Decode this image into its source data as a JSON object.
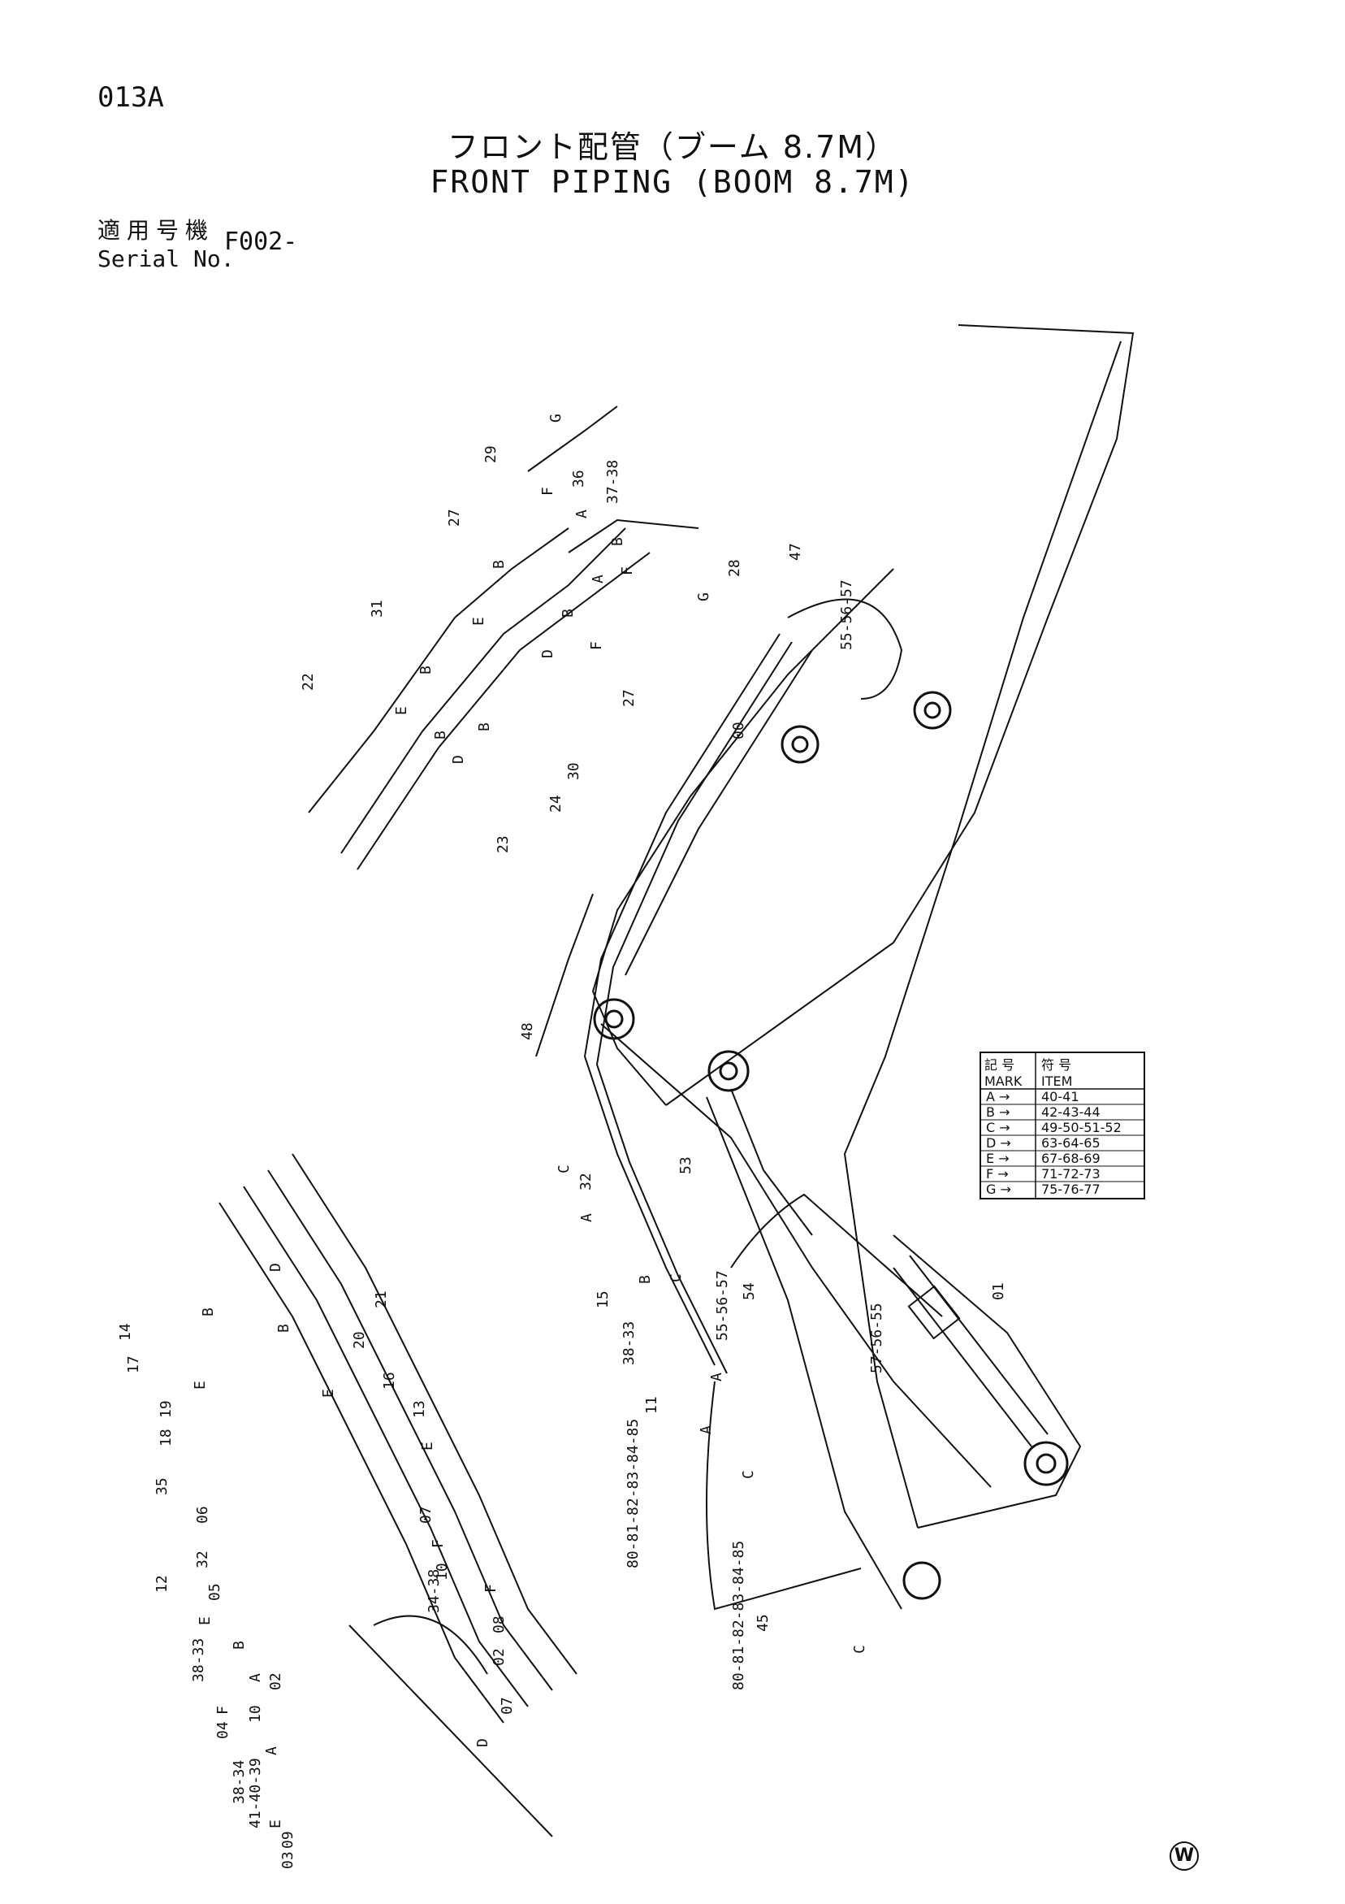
{
  "header": {
    "page_code": "013A",
    "title_jp": "フロント配管（ブーム 8.7M）",
    "title_en": "FRONT PIPING (BOOM 8.7M)",
    "serial_label_jp": "適用号機",
    "serial_label_en": "Serial No.",
    "serial_value": "F002-"
  },
  "legend_table": {
    "header_jp": [
      "記 号",
      "符 号"
    ],
    "header_en": [
      "MARK",
      "ITEM"
    ],
    "rows": [
      {
        "mark": "A →",
        "item": "40-41"
      },
      {
        "mark": "B →",
        "item": "42-43-44"
      },
      {
        "mark": "C →",
        "item": "49-50-51-52"
      },
      {
        "mark": "D →",
        "item": "63-64-65"
      },
      {
        "mark": "E →",
        "item": "67-68-69"
      },
      {
        "mark": "F →",
        "item": "71-72-73"
      },
      {
        "mark": "G →",
        "item": "75-76-77"
      }
    ]
  },
  "callouts_top_detail": [
    "G",
    "29",
    "F",
    "36",
    "37-38",
    "A",
    "27",
    "B",
    "A",
    "F",
    "B",
    "B",
    "28",
    "G",
    "31",
    "E",
    "D",
    "F",
    "27",
    "22",
    "B",
    "E",
    "B",
    "B",
    "D",
    "30",
    "24",
    "23"
  ],
  "callouts_main": [
    "47",
    "55-56-57",
    "00",
    "48",
    "C",
    "32",
    "A",
    "53",
    "B",
    "C",
    "15",
    "01",
    "38-33",
    "55-56-57",
    "54",
    "57-56-55",
    "A",
    "11",
    "A",
    "C",
    "80-81-82-83-84-85",
    "C",
    "45",
    "80-81-82-83-84-85"
  ],
  "callouts_bottom_detail": [
    "14",
    "17",
    "E",
    "B",
    "D",
    "B",
    "21",
    "20",
    "16",
    "E",
    "19",
    "18",
    "35",
    "13",
    "E",
    "06",
    "32",
    "05",
    "12",
    "E",
    "B",
    "07",
    "F",
    "10",
    "34-38",
    "A",
    "38-33",
    "F",
    "10",
    "02",
    "04",
    "A",
    "38-34",
    "41-40-39",
    "E",
    "09",
    "03",
    "F",
    "08",
    "02",
    "07",
    "D"
  ],
  "copyright_mark": "W"
}
